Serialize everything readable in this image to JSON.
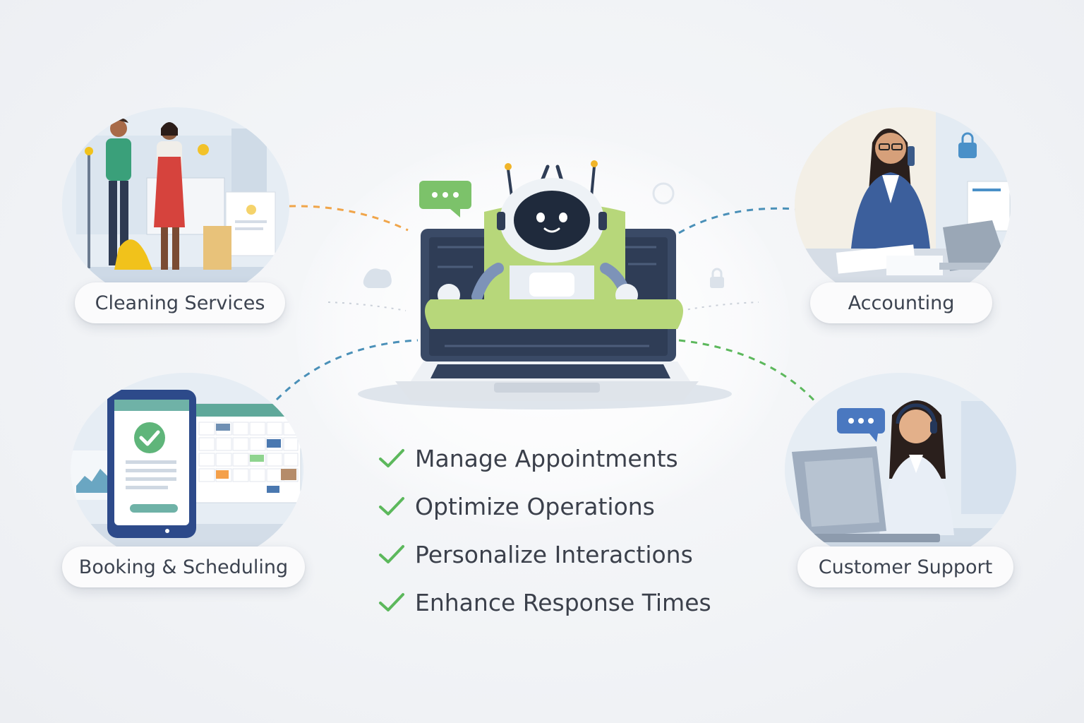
{
  "nodes": {
    "cleaning": {
      "label": "Cleaning Services",
      "icon": "cleaning-illustration"
    },
    "accounting": {
      "label": "Accounting",
      "icon": "accounting-illustration"
    },
    "booking": {
      "label": "Booking & Scheduling",
      "icon": "booking-illustration"
    },
    "support": {
      "label": "Customer Support",
      "icon": "support-illustration"
    }
  },
  "center": {
    "icon": "robot-laptop-illustration"
  },
  "features": [
    {
      "label": "Manage Appointments",
      "icon": "check-icon"
    },
    {
      "label": "Optimize Operations",
      "icon": "check-icon"
    },
    {
      "label": "Personalize Interactions",
      "icon": "check-icon"
    },
    {
      "label": "Enhance Response Times",
      "icon": "check-icon"
    }
  ],
  "colors": {
    "check": "#5cb85c",
    "link_orange": "#f0a54a",
    "link_blue": "#4a90b8",
    "link_green": "#5cb85c",
    "accent_green": "#b7d77a"
  }
}
